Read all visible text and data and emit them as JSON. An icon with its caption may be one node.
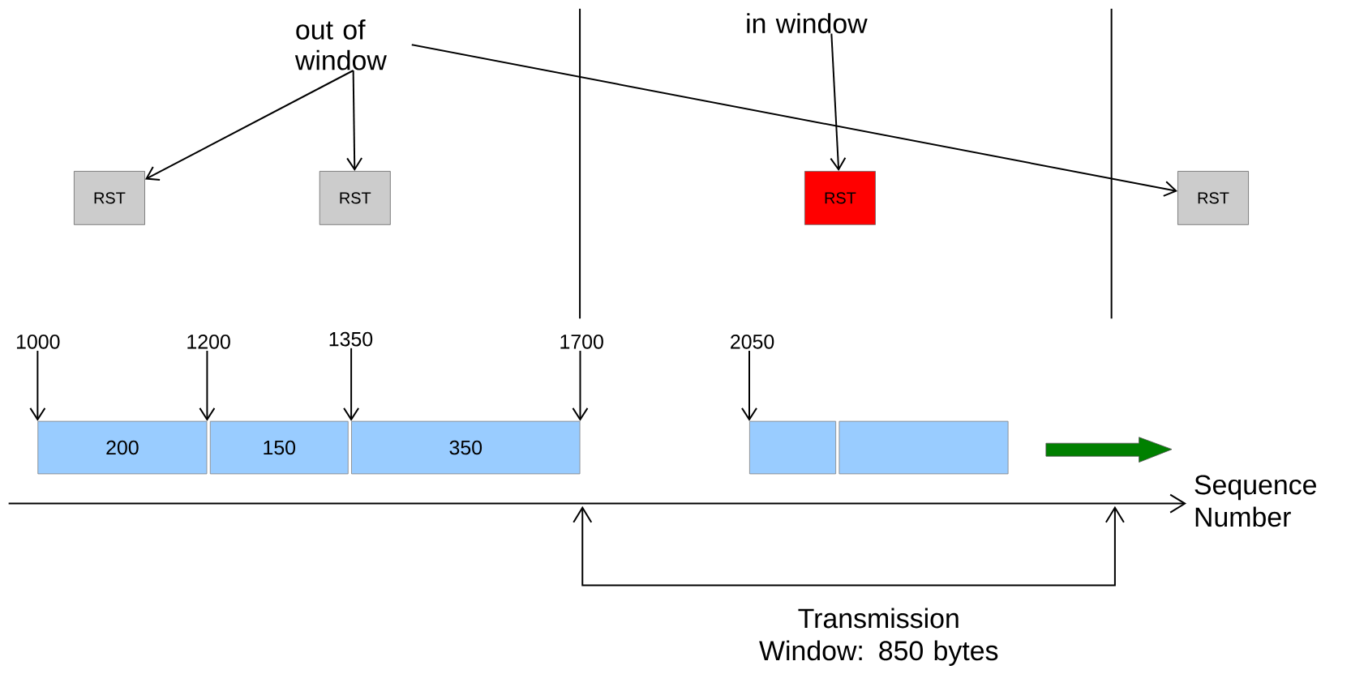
{
  "diagram": {
    "nodes": [
      {
        "text": [
          "out of window"
        ]
      },
      {
        "text": [
          "in window"
        ]
      },
      {
        "text": [
          "RST"
        ]
      },
      {
        "text": [
          "RST"
        ]
      },
      {
        "text": [
          "RST"
        ]
      },
      {
        "text": [
          "RST"
        ]
      },
      {
        "text": [
          "1000"
        ]
      },
      {
        "text": [
          "1200"
        ]
      },
      {
        "text": [
          "1350"
        ]
      },
      {
        "text": [
          "1700"
        ]
      },
      {
        "text": [
          "2050"
        ]
      },
      {
        "text": [
          "200"
        ]
      },
      {
        "text": [
          "150"
        ]
      },
      {
        "text": [
          "350"
        ]
      },
      {
        "text": [],
        "shape": "box"
      },
      {
        "text": [],
        "shape": "box"
      }
    ],
    "edges": [
      {
        "from": 0,
        "to": 2,
        "arrow": "to"
      },
      {
        "from": 0,
        "to": 3,
        "arrow": "to"
      },
      {
        "from": 0,
        "to": 5,
        "arrow": "to"
      },
      {
        "from": 1,
        "to": 4,
        "arrow": "to"
      },
      {
        "from": 6,
        "to": 11,
        "arrow": "to"
      },
      {
        "from": 7,
        "to": 11,
        "arrow": "to"
      },
      {
        "from": 8,
        "to": 13,
        "arrow": "to"
      },
      {
        "from": 9,
        "to": 13,
        "arrow": "to"
      },
      {
        "from": 10,
        "to": 14,
        "arrow": "to"
      }
    ],
    "labels": [
      "Sequence Number",
      "Transmission Window: 850 bytes"
    ]
  }
}
